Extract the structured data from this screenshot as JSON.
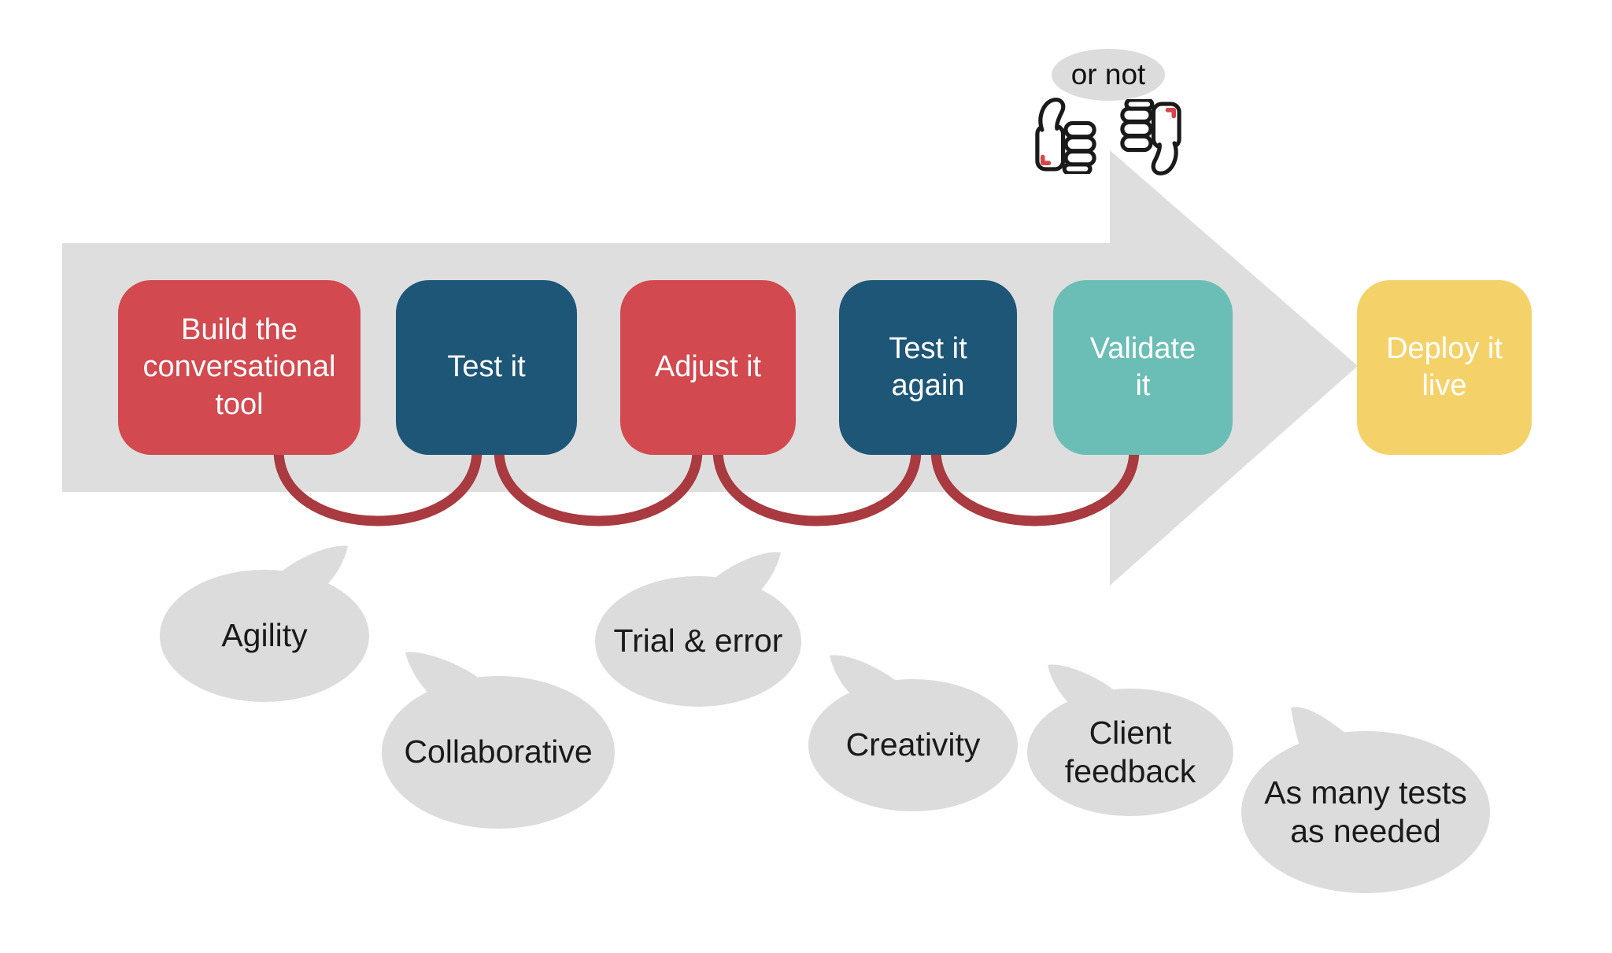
{
  "diagram": {
    "or_not_label": "or not",
    "steps": [
      {
        "label": "Build the\nconversational\ntool",
        "color": "#D2494F"
      },
      {
        "label": "Test it",
        "color": "#1E5678"
      },
      {
        "label": "Adjust it",
        "color": "#D2494F"
      },
      {
        "label": "Test it\nagain",
        "color": "#1E5678"
      },
      {
        "label": "Validate\nit",
        "color": "#6BBEB5"
      },
      {
        "label": "Deploy it\nlive",
        "color": "#F5D269"
      }
    ],
    "bubbles": [
      {
        "label": "Agility"
      },
      {
        "label": "Collaborative"
      },
      {
        "label": "Trial & error"
      },
      {
        "label": "Creativity"
      },
      {
        "label": "Client\nfeedback"
      },
      {
        "label": "As many tests\nas needed"
      }
    ],
    "icons": [
      {
        "name": "thumbs-up-icon"
      },
      {
        "name": "thumbs-down-icon"
      }
    ],
    "colors": {
      "arrow": "#DEDEDE",
      "bubble": "#DCDCDC",
      "loop": "#A83A40",
      "box_text": "#FFFFFF",
      "bubble_text": "#1A1A1A",
      "icon_stroke": "#1A1A1A",
      "icon_fill": "#FFFFFF",
      "icon_accent": "#D8444C"
    }
  }
}
